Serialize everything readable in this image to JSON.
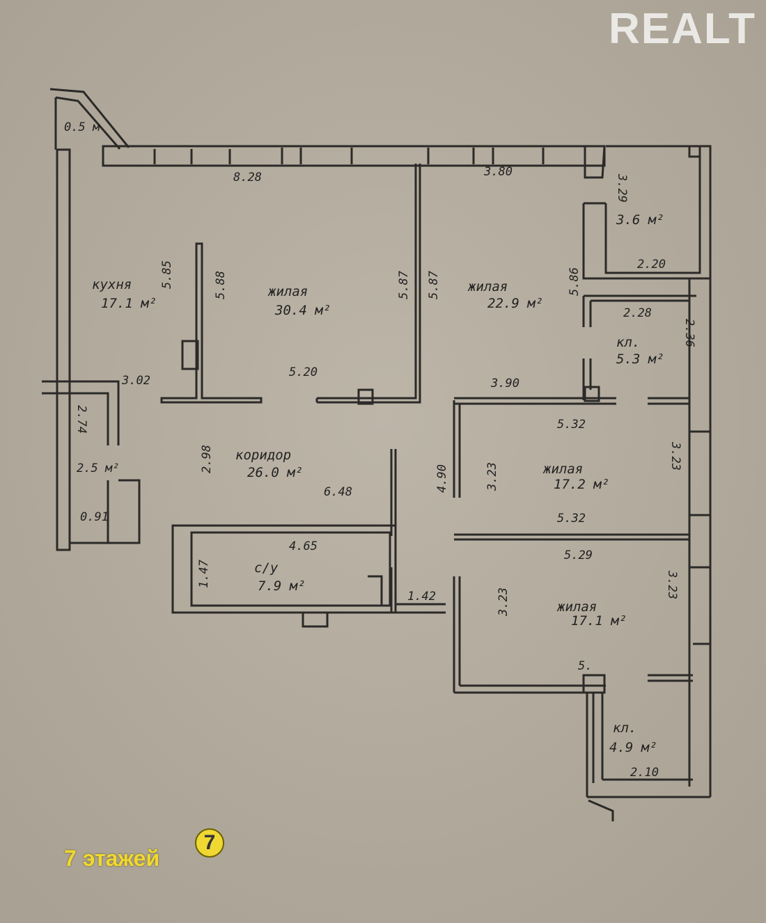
{
  "watermark": "REALT",
  "badge": {
    "text": "7 этажей",
    "icon_digit": "7"
  },
  "rooms": [
    {
      "name": "кухня",
      "area": "17.1 м²"
    },
    {
      "name": "жилая",
      "area": "30.4 м²"
    },
    {
      "name": "жилая",
      "area": "22.9 м²"
    },
    {
      "name": "коридор",
      "area": "26.0 м²"
    },
    {
      "name": "с/у",
      "area": "7.9 м²"
    },
    {
      "name": "жилая",
      "area": "17.2 м²"
    },
    {
      "name": "жилая",
      "area": "17.1 м²"
    },
    {
      "name": "кл.",
      "area": "5.3 м²"
    },
    {
      "name": "кл.",
      "area": "4.9 м²"
    },
    {
      "name": "",
      "area": "3.6 м²"
    },
    {
      "name": "",
      "area": "2.5 м²"
    },
    {
      "name": "",
      "area": "0.5 м"
    }
  ],
  "dimensions": [
    "8.28",
    "3.80",
    "3.29",
    "2.20",
    "5.85",
    "5.88",
    "5.87",
    "5.87",
    "5.86",
    "2.28",
    "2.36",
    "3.02",
    "5.20",
    "3.90",
    "5.32",
    "2.74",
    "2.98",
    "6.48",
    "4.90",
    "3.23",
    "3.23",
    "0.91",
    "4.65",
    "1.47",
    "1.42",
    "5.32",
    "5.29",
    "3.23",
    "3.23",
    "5.",
    "2.10"
  ]
}
